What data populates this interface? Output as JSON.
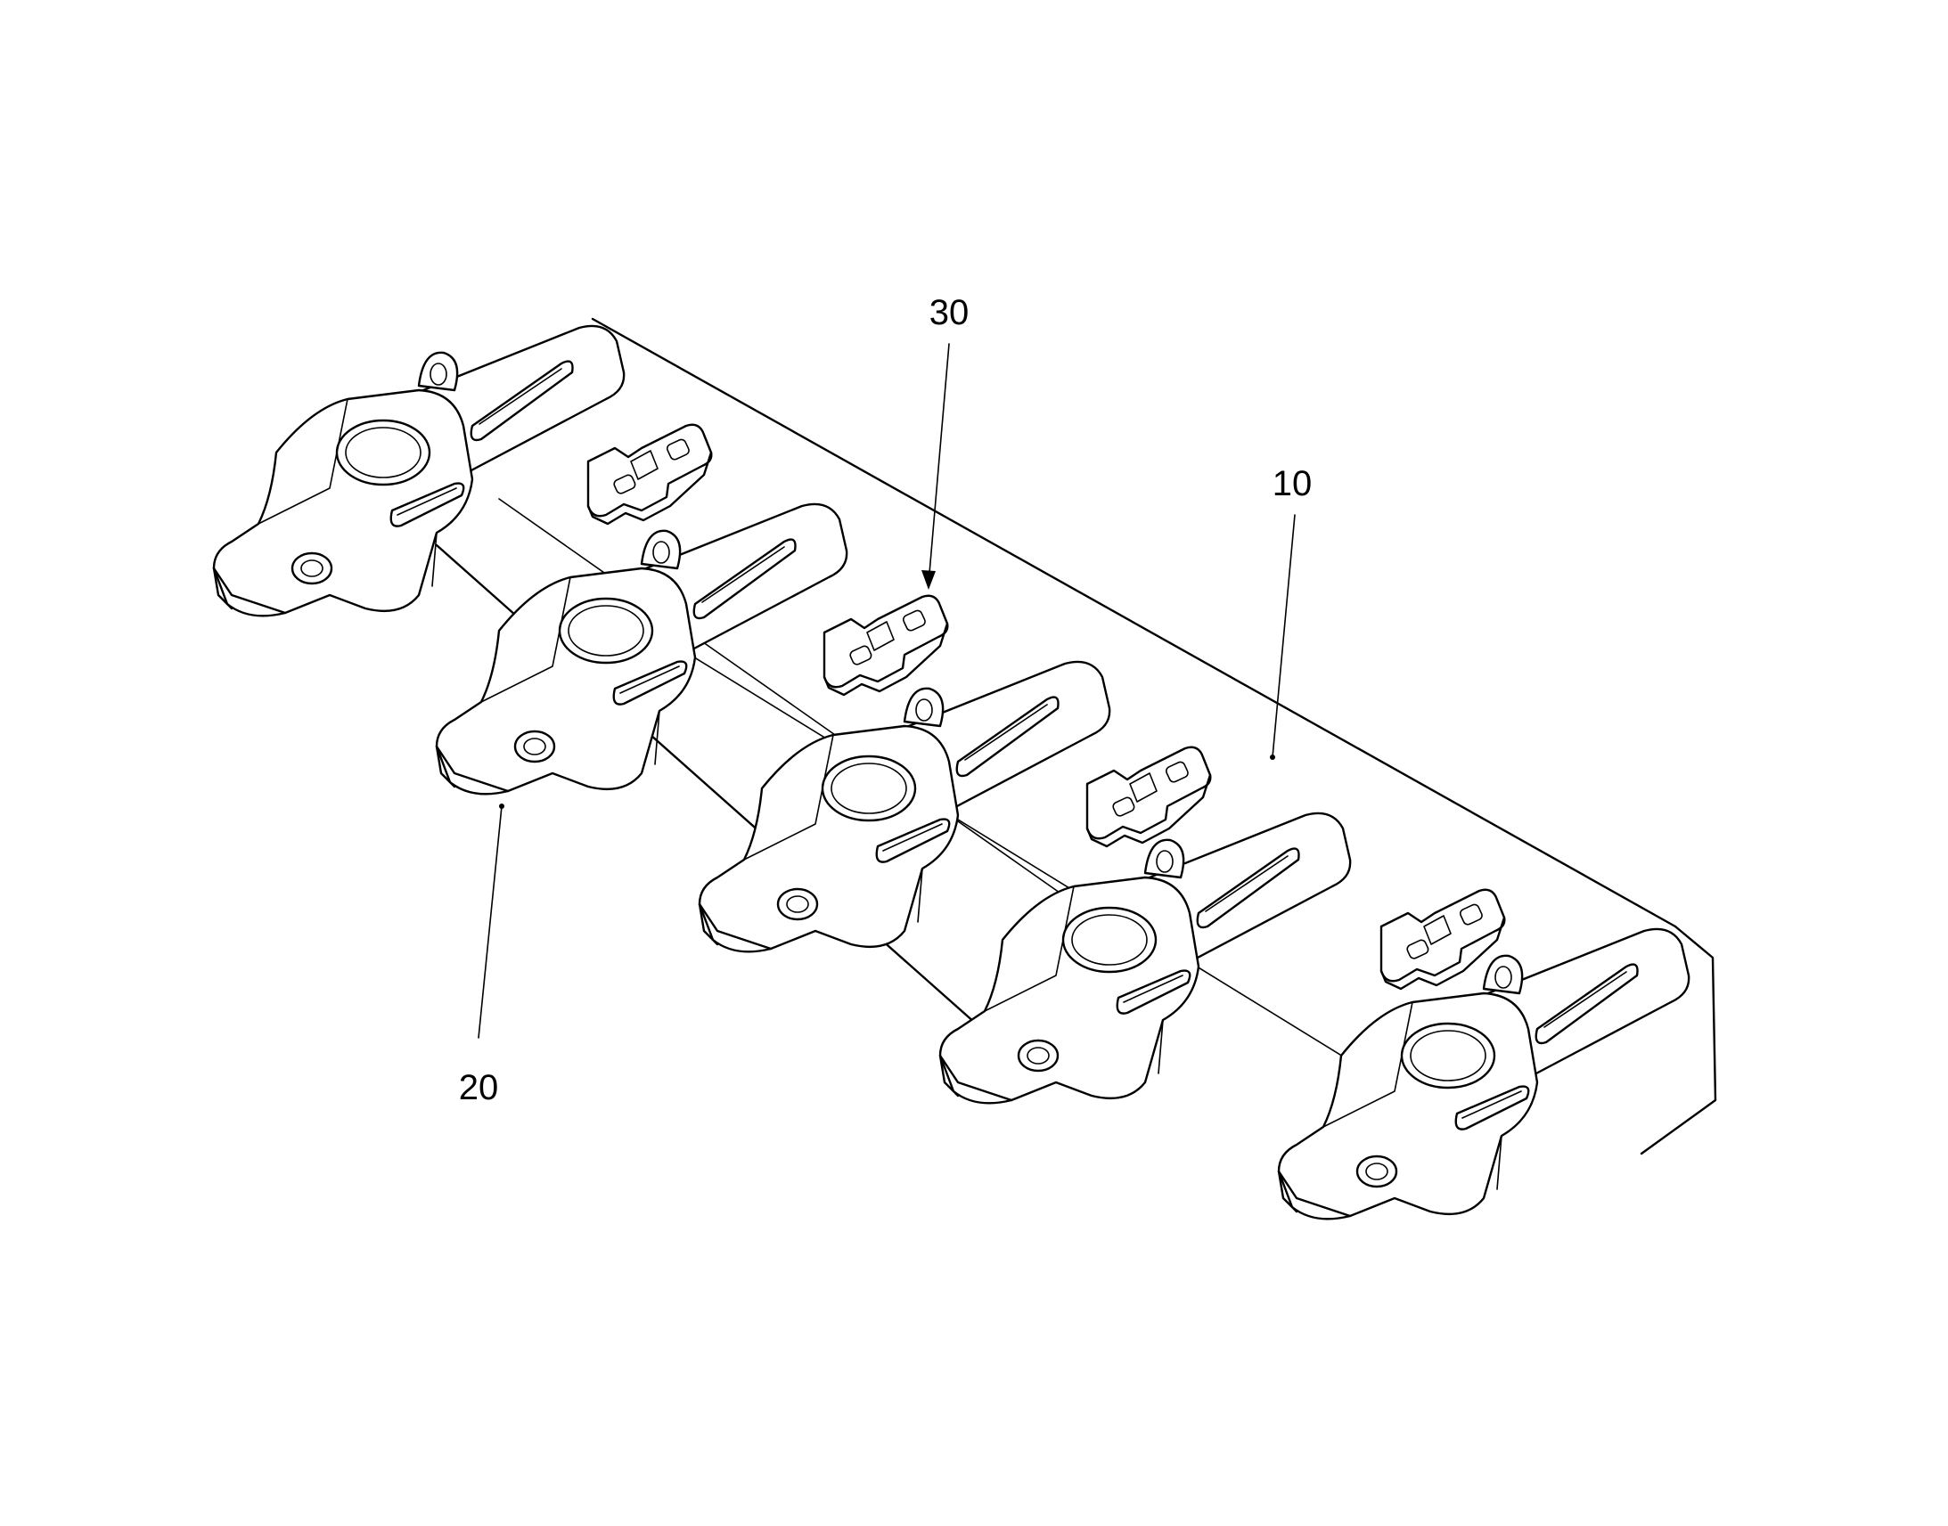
{
  "figure": {
    "reference_numerals": {
      "adapter_bar": "10",
      "tooth_adapter": "20",
      "wear_protector": "30"
    },
    "adapter_count": 5,
    "protector_count": 4,
    "colors": {
      "ink": "#000000",
      "paper": "#ffffff"
    }
  }
}
